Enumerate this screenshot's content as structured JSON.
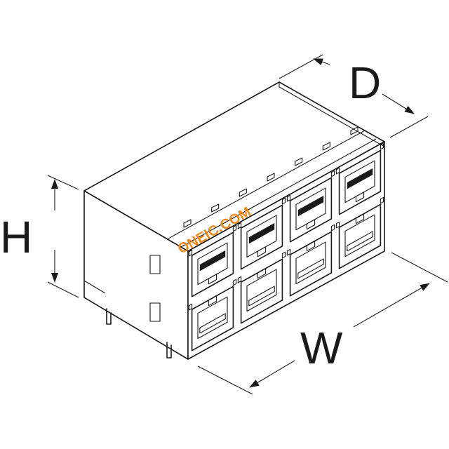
{
  "diagram": {
    "dimensions": {
      "depth_label": "D",
      "height_label": "H",
      "width_label": "W"
    },
    "watermark": "ONEIC.COM",
    "ports": {
      "rows": 2,
      "columns": 4
    },
    "colors": {
      "line": "#1a1a1a",
      "watermark": "#f08a1c",
      "background": "#ffffff"
    }
  }
}
